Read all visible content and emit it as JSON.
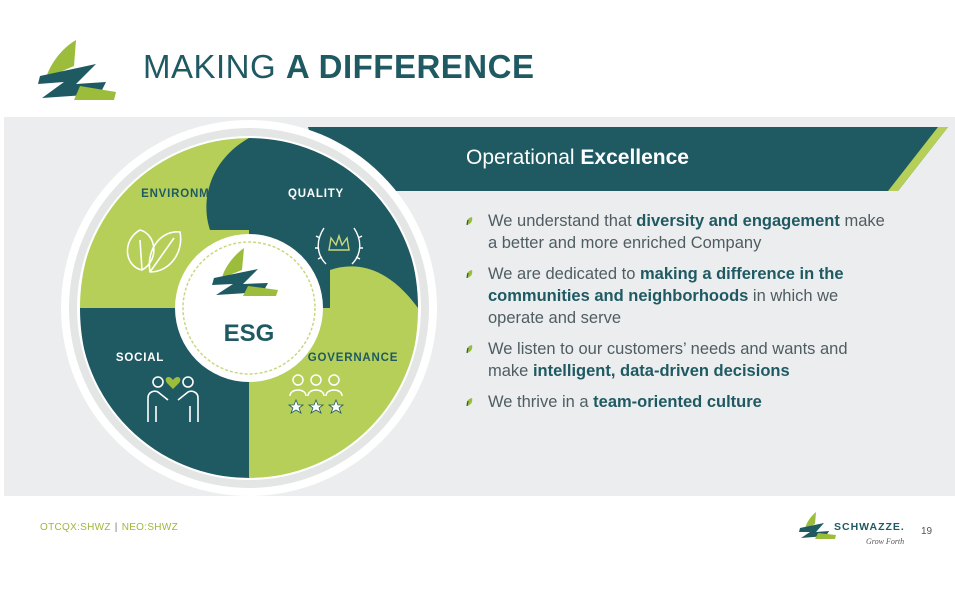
{
  "header": {
    "title_light": "MAKING ",
    "title_bold": "A DIFFERENCE"
  },
  "banner": {
    "text_light": "Operational ",
    "text_bold": "Excellence"
  },
  "wheel": {
    "environment_label": "ENVIRONMENT",
    "quality_label": "QUALITY",
    "social_label": "SOCIAL",
    "governance_label": "GOVERNANCE",
    "center_label": "ESG"
  },
  "bullets": [
    {
      "parts": [
        {
          "text": "We understand that ",
          "bold": false
        },
        {
          "text": "diversity and engagement",
          "bold": true
        },
        {
          "text": " make a better and more enriched Company",
          "bold": false
        }
      ]
    },
    {
      "parts": [
        {
          "text": "We are dedicated to ",
          "bold": false
        },
        {
          "text": "making a difference in the communities and neighborhoods",
          "bold": true
        },
        {
          "text": " in which we operate and serve",
          "bold": false
        }
      ]
    },
    {
      "parts": [
        {
          "text": "We listen to our customers’ needs and wants and make ",
          "bold": false
        },
        {
          "text": "intelligent, data-driven decisions",
          "bold": true
        }
      ]
    },
    {
      "parts": [
        {
          "text": " We thrive in a ",
          "bold": false
        },
        {
          "text": "team-oriented culture",
          "bold": true
        }
      ]
    }
  ],
  "footer": {
    "ticker_1": "OTCQX:SHWZ",
    "separator": "|",
    "ticker_2": "NEO:SHWZ",
    "brand": "SCHWAZZE.",
    "tagline": "Grow Forth",
    "page_number": "19"
  },
  "colors": {
    "teal": "#1f5a63",
    "green": "#9cbd3b",
    "light_green": "#b5cf58",
    "panel": "#ecedee"
  },
  "icons": {
    "logo": "schwazze-logo-icon",
    "environment": "leaves-icon",
    "quality": "crown-laurel-icon",
    "social": "people-heart-icon",
    "governance": "people-stars-icon",
    "bullet": "leaf-bullet-icon"
  }
}
